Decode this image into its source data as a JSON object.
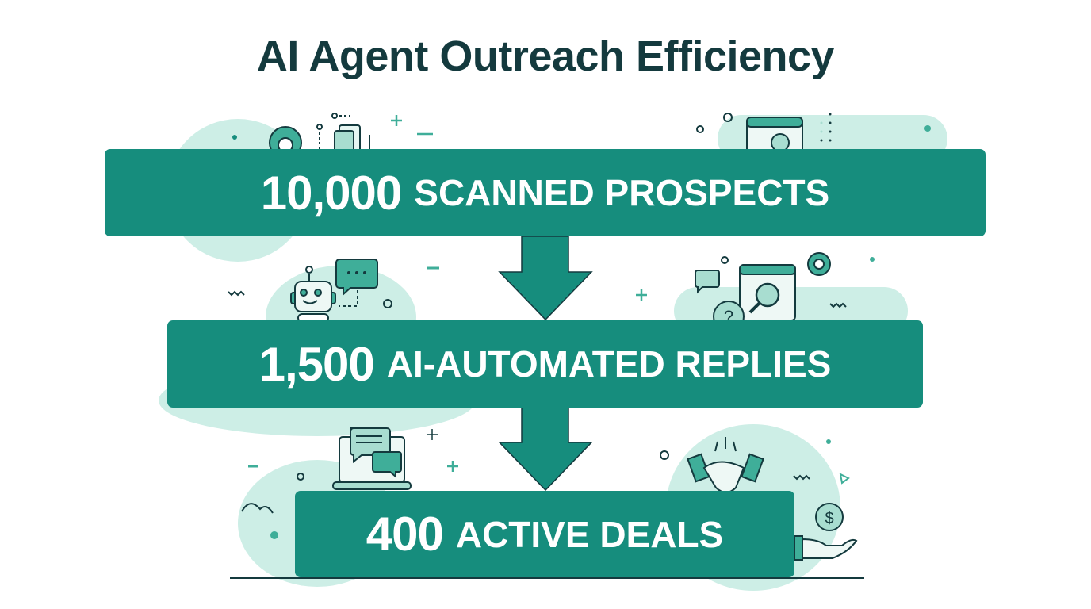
{
  "title": "AI Agent Outreach Efficiency",
  "colors": {
    "bar": "#168d7d",
    "blob": "#cdeee6",
    "outline": "#143a3e",
    "title": "#143a3e"
  },
  "funnel": [
    {
      "value": "10,000",
      "label": "SCANNED PROSPECTS",
      "icons": [
        "gear-icon",
        "documents-icon",
        "browser-profile-icon"
      ]
    },
    {
      "value": "1,500",
      "label": "AI-AUTOMATED REPLIES",
      "icons": [
        "robot-icon",
        "chat-bubble-icon",
        "browser-search-icon",
        "question-bubble-icon",
        "gear-icon"
      ]
    },
    {
      "value": "400",
      "label": "ACTIVE DEALS",
      "icons": [
        "laptop-chat-icon",
        "handshake-icon",
        "dollar-hand-icon"
      ]
    }
  ]
}
